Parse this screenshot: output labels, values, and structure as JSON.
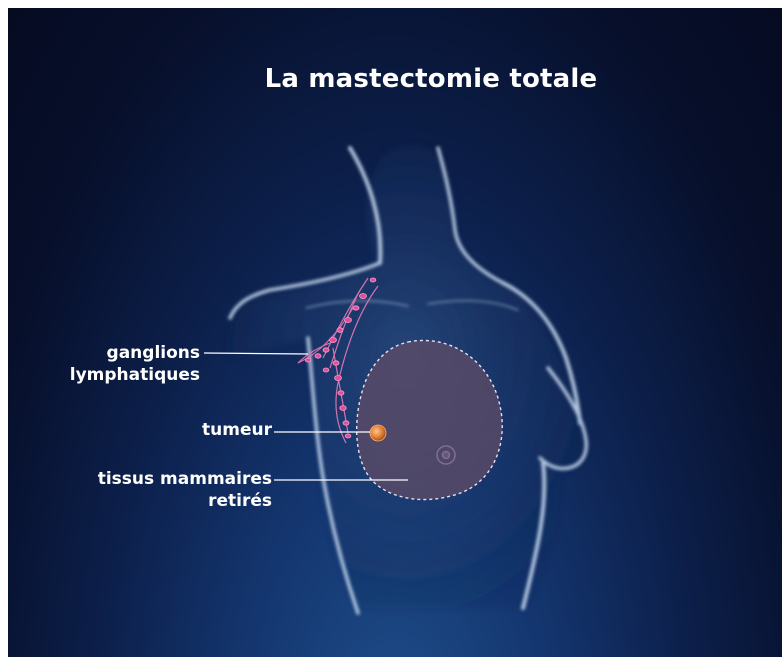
{
  "title": "La mastectomie totale",
  "labels": {
    "ganglions_line1": "ganglions",
    "ganglions_line2": "lymphatiques",
    "tumeur": "tumeur",
    "tissus_line1": "tissus mammaires",
    "tissus_line2": "retirés"
  },
  "colors": {
    "background_dark": "#060b22",
    "background_glow": "#1f4f8a",
    "body_outline": "#cfe0f5",
    "removed_tissue": "#5a4a66",
    "lymph_nodes": "#e04f9a",
    "tumor": "#e0823a",
    "leader_lines": "#ffffff"
  }
}
